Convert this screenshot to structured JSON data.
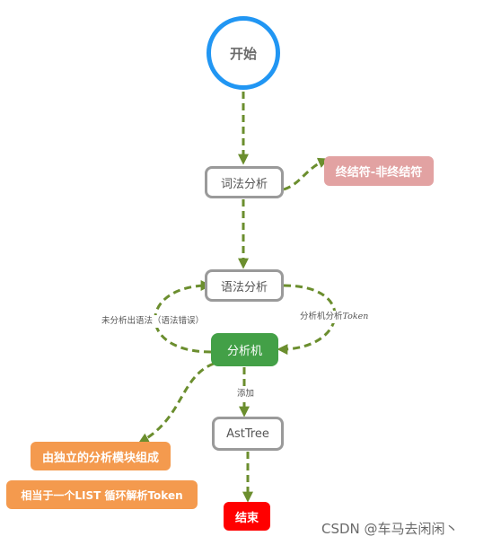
{
  "nodes": {
    "start": "开始",
    "lexer": "词法分析",
    "tokens": "终结符-非终结符",
    "parser": "语法分析",
    "analyzer": "分析机",
    "ast": "AstTree",
    "note1": "由独立的分析模块组成",
    "note2": "相当于一个LIST 循环解析Token",
    "end": "结束"
  },
  "edge_labels": {
    "parse_error": "未分析出语法（语法错误）",
    "parse_token_prefix": "分析机分析",
    "parse_token_suffix": "Token",
    "add": "添加"
  },
  "watermark": "CSDN @车马去闲闲丶",
  "colors": {
    "edge": "#6b8e2e",
    "start_ring": "#2196f3",
    "analyzer": "#43a047",
    "tokens": "#e2a2a2",
    "notes": "#f49a4e",
    "end": "#ff0000"
  }
}
